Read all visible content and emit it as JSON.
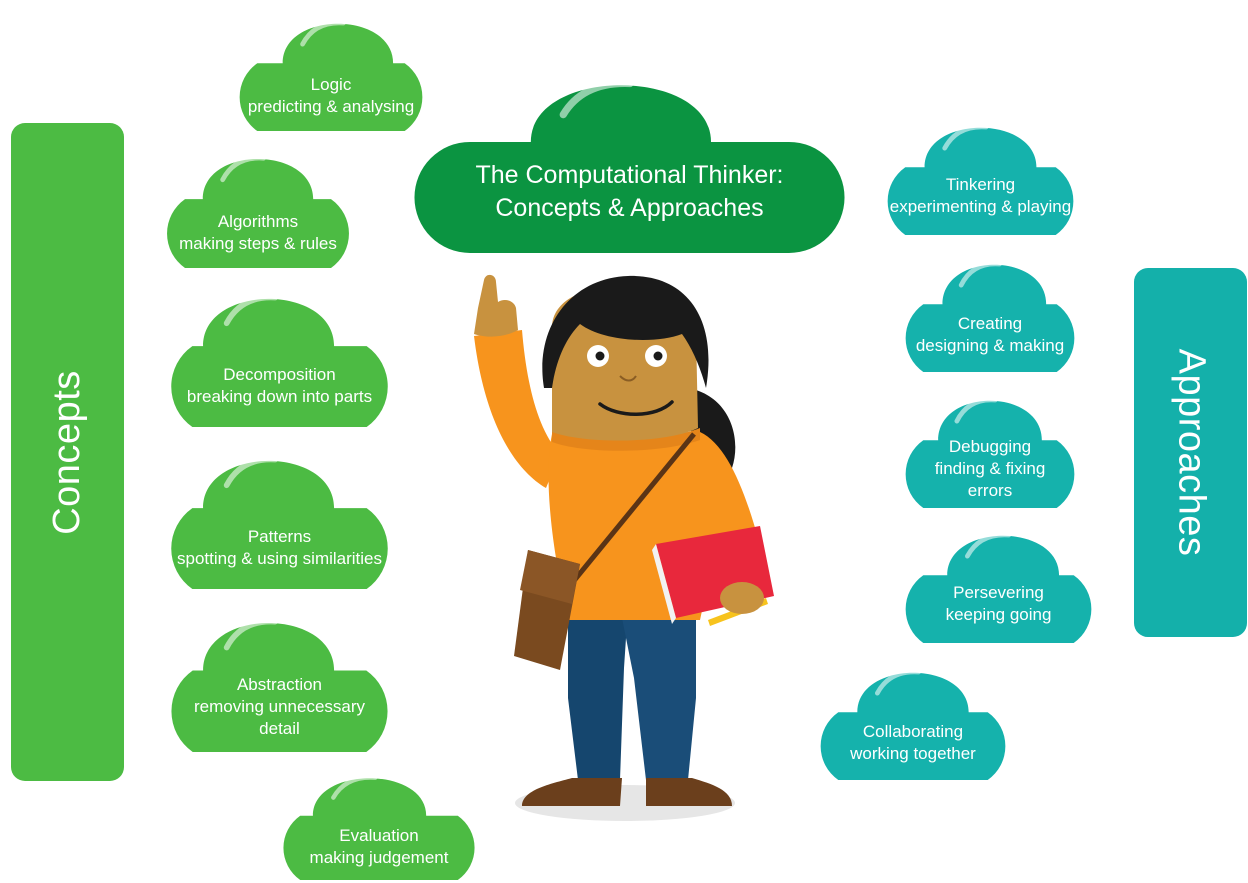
{
  "title": {
    "line1": "The Computational Thinker:",
    "line2": "Concepts & Approaches"
  },
  "concepts_label": "Concepts",
  "approaches_label": "Approaches",
  "concepts": [
    {
      "name": "Logic",
      "desc": "predicting & analysing"
    },
    {
      "name": "Algorithms",
      "desc": "making steps & rules"
    },
    {
      "name": "Decomposition",
      "desc": "breaking down into parts"
    },
    {
      "name": "Patterns",
      "desc": "spotting & using similarities"
    },
    {
      "name": "Abstraction",
      "desc": "removing unnecessary",
      "desc2": "detail"
    },
    {
      "name": "Evaluation",
      "desc": "making judgement"
    }
  ],
  "approaches": [
    {
      "name": "Tinkering",
      "desc": "experimenting & playing"
    },
    {
      "name": "Creating",
      "desc": "designing & making"
    },
    {
      "name": "Debugging",
      "desc": "finding & fixing",
      "desc2": "errors"
    },
    {
      "name": "Persevering",
      "desc": "keeping going"
    },
    {
      "name": "Collaborating",
      "desc": "working together"
    }
  ],
  "colors": {
    "concept_green": "#4cbb43",
    "title_green": "#0b9441",
    "approach_teal": "#15b2ac"
  }
}
